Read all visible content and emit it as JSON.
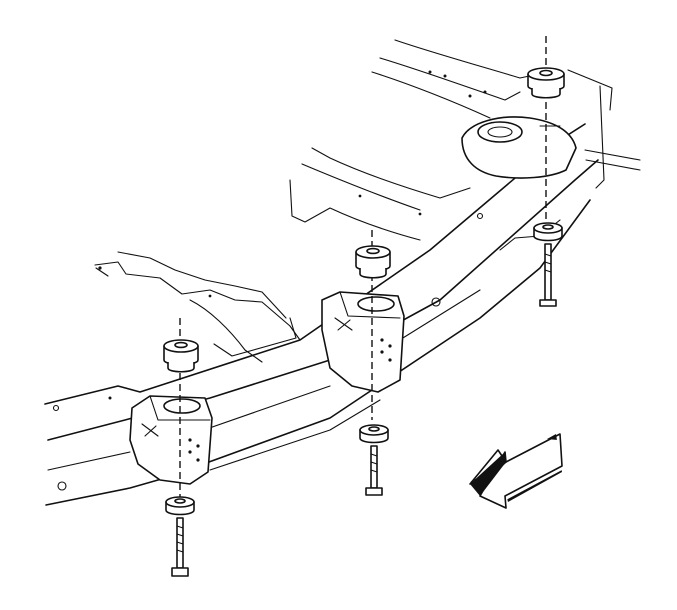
{
  "diagram": {
    "body_mounts": [
      {
        "id": "front-left"
      },
      {
        "id": "center"
      },
      {
        "id": "rear"
      }
    ],
    "direction_arrow": {
      "meaning": "vehicle-front"
    }
  }
}
